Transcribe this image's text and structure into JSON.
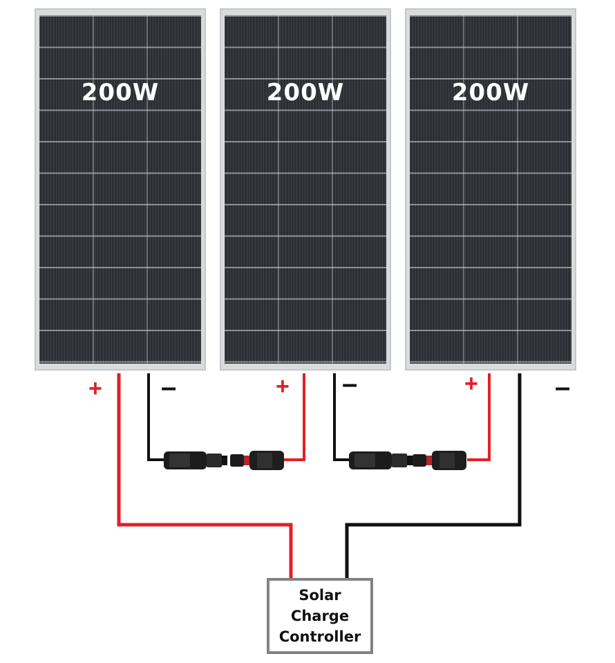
{
  "panels": [
    {
      "wattage": "200W"
    },
    {
      "wattage": "200W"
    },
    {
      "wattage": "200W"
    }
  ],
  "polarity": {
    "positive": "+",
    "negative": "–"
  },
  "controller": {
    "label": "Solar\nCharge\nController"
  },
  "colors": {
    "positive_wire": "#e31f26",
    "negative_wire": "#111111",
    "controller_border": "#808285",
    "panel_cells": "#2c2e33",
    "panel_frame": "#d9dbdd"
  },
  "icons": [
    "solar-panel-icon",
    "mc4-connector-icon"
  ]
}
